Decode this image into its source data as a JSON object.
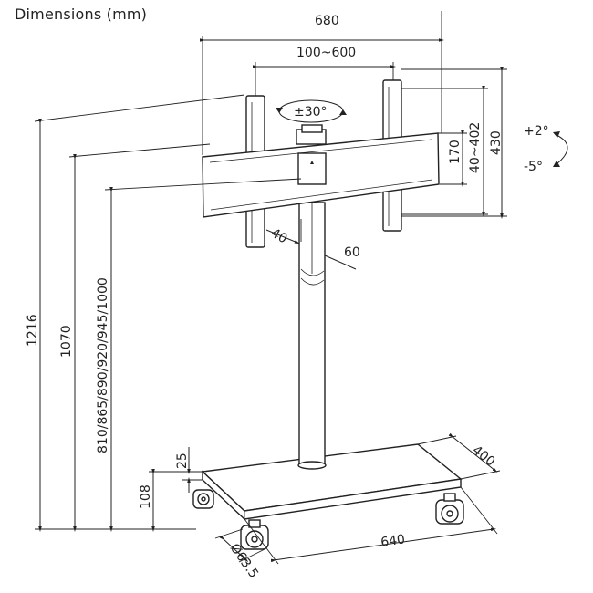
{
  "title": "Dimensions (mm)",
  "dimensions": {
    "overall_width": "680",
    "vesa_width": "100~600",
    "rotation": "±30°",
    "mount_height": "170",
    "vesa_height": "40~402",
    "plate_height": "430",
    "tilt_up": "+2°",
    "tilt_down": "-5°",
    "total_height": "1216",
    "max_center_height": "1070",
    "center_heights": "810/865/890/920/945/1000",
    "pole_depth": "40",
    "pole_width": "60",
    "base_thickness": "25",
    "base_height": "108",
    "base_depth": "400",
    "base_width": "640",
    "wheel_diameter": "Ø63.5"
  },
  "colors": {
    "line": "#222222",
    "background": "#ffffff"
  }
}
